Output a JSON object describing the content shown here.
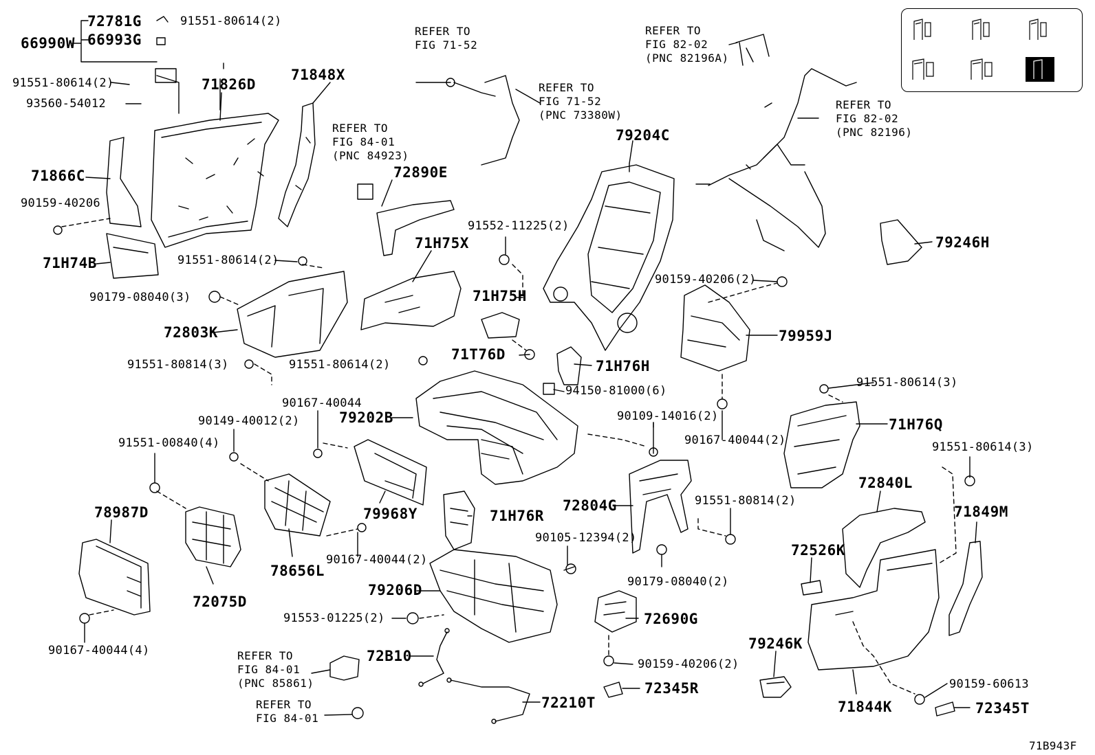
{
  "diagram_code": "71B943F",
  "labels": {
    "p72781G": "72781G",
    "p66990W": "66990W",
    "p66993G": "66993G",
    "f91551_80614_2_a": "91551-80614(2)",
    "f91551_80614_2_b": "91551-80614(2)",
    "f93560_54012": "93560-54012",
    "p71826D": "71826D",
    "p71848X": "71848X",
    "p71866C": "71866C",
    "f90159_40206": "90159-40206",
    "p71H74B": "71H74B",
    "f91551_80614_2_c": "91551-80614(2)",
    "f90179_08040_3": "90179-08040(3)",
    "p72803K": "72803K",
    "f91551_80814_3": "91551-80814(3)",
    "f91551_80614_2_d": "91551-80614(2)",
    "p72890E": "72890E",
    "p71H75X": "71H75X",
    "f91552_11225_2": "91552-11225(2)",
    "p71H75H": "71H75H",
    "p71T76D": "71T76D",
    "p71H76H": "71H76H",
    "f94150_81000_6": "94150-81000(6)",
    "p79204C": "79204C",
    "p79246H": "79246H",
    "f90159_40206_2_a": "90159-40206(2)",
    "p79959J": "79959J",
    "f91551_80614_3_a": "91551-80614(3)",
    "p71H76Q": "71H76Q",
    "f90167_40044_2_a": "90167-40044(2)",
    "f90109_14016_2": "90109-14016(2)",
    "f91551_80614_3_b": "91551-80614(3)",
    "p72840L": "72840L",
    "p71849M": "71849M",
    "p72804G": "72804G",
    "f91551_80814_2": "91551-80814(2)",
    "f90105_12394_2": "90105-12394(2)",
    "f90179_08040_2": "90179-08040(2)",
    "p72526K": "72526K",
    "f90167_40044": "90167-40044",
    "f90149_40012_2": "90149-40012(2)",
    "p79202B": "79202B",
    "f91551_00840_4": "91551-00840(4)",
    "p79968Y": "79968Y",
    "p71H76R": "71H76R",
    "p78987D": "78987D",
    "p78656L": "78656L",
    "f90167_40044_2_b": "90167-40044(2)",
    "p72075D": "72075D",
    "p79206D": "79206D",
    "f91553_01225_2": "91553-01225(2)",
    "p72690G": "72690G",
    "f90159_40206_2_b": "90159-40206(2)",
    "p79246K": "79246K",
    "f90167_40044_4": "90167-40044(4)",
    "p72B10": "72B10",
    "p72345R": "72345R",
    "p72210T": "72210T",
    "p71844K": "71844K",
    "f90159_60613": "90159-60613",
    "p72345T": "72345T"
  },
  "refs": {
    "r_fig71_52_top": "REFER TO\nFIG 71-52",
    "r_fig71_52_pnc": "REFER TO\nFIG 71-52\n(PNC 73380W)",
    "r_fig82_02_a": "REFER TO\nFIG 82-02\n(PNC 82196A)",
    "r_fig82_02_b": "REFER TO\nFIG 82-02\n(PNC 82196)",
    "r_fig84_01_a": "REFER TO\nFIG 84-01\n(PNC 84923)",
    "r_fig84_01_b": "REFER TO\nFIG 84-01\n(PNC 85861)",
    "r_fig84_01_c": "REFER TO\nFIG 84-01"
  },
  "thumbnail_grid": {
    "rows": 2,
    "cols": 3,
    "highlighted": "bottom-right"
  }
}
